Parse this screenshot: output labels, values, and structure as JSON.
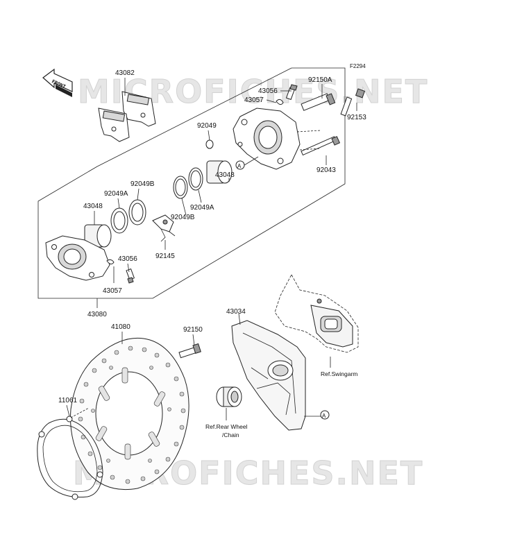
{
  "diagram_code": "F2294",
  "watermark": "MICROFICHES.NET",
  "front_badge": "FRONT",
  "ref_marker": "A",
  "part_labels": {
    "p43082": "43082",
    "p43056_top": "43056",
    "p92150A": "92150A",
    "p43057_top": "43057",
    "p92153": "92153",
    "p92049_top": "92049",
    "p92043": "92043",
    "p43048_right": "43048",
    "p92049B_left": "92049B",
    "p92049A_left": "92049A",
    "p43048_left": "43048",
    "p92049A_right": "92049A",
    "p92049B_right": "92049B",
    "p92145": "92145",
    "p43056_low": "43056",
    "p43057_low": "43057",
    "p43080": "43080",
    "p41080": "41080",
    "p92150": "92150",
    "p43034": "43034",
    "p11061": "11061"
  },
  "references": {
    "swingarm": "Ref.Swingarm",
    "rear_wheel_line1": "Ref.Rear Wheel",
    "rear_wheel_line2": "/Chain"
  }
}
